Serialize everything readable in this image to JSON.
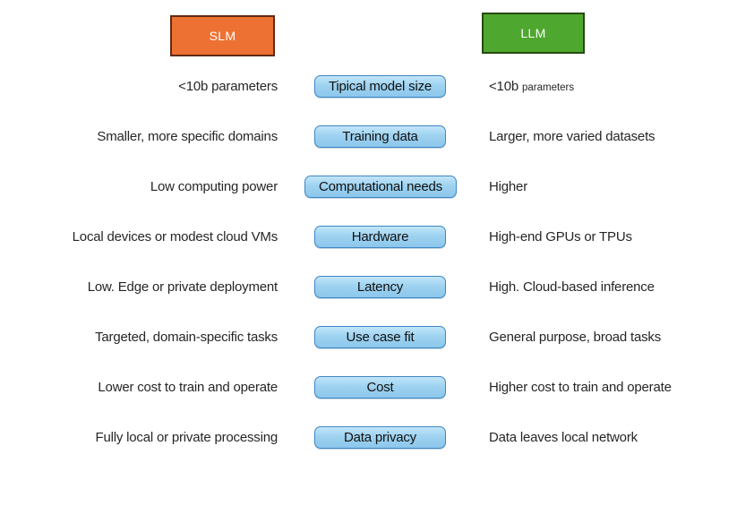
{
  "headers": {
    "slm": "SLM",
    "llm": "LLM"
  },
  "rows": [
    {
      "attribute": "Tipical model size",
      "slm": "<10b parameters",
      "llm_main": "<10b",
      "llm_small": "parameters"
    },
    {
      "attribute": "Training data",
      "slm": "Smaller, more specific domains",
      "llm": "Larger, more varied datasets"
    },
    {
      "attribute": "Computational needs",
      "slm": "Low computing power",
      "llm": "Higher"
    },
    {
      "attribute": "Hardware",
      "slm": "Local devices or modest cloud VMs",
      "llm": "High-end GPUs or TPUs"
    },
    {
      "attribute": "Latency",
      "slm": "Low. Edge or private deployment",
      "llm": "High. Cloud-based inference"
    },
    {
      "attribute": "Use case fit",
      "slm": "Targeted, domain-specific tasks",
      "llm": "General purpose, broad tasks"
    },
    {
      "attribute": "Cost",
      "slm": "Lower cost to train and operate",
      "llm": "Higher cost to train and operate"
    },
    {
      "attribute": "Data privacy",
      "slm": "Fully local or private processing",
      "llm": "Data leaves local network"
    }
  ],
  "colors": {
    "slm_fill": "#ED7132",
    "slm_border": "#5F2B12",
    "llm_fill": "#4EA72E",
    "llm_border": "#264A10",
    "attribute_fill": "#9ED2F0",
    "attribute_border": "#3E86C4",
    "text": "#262626"
  }
}
